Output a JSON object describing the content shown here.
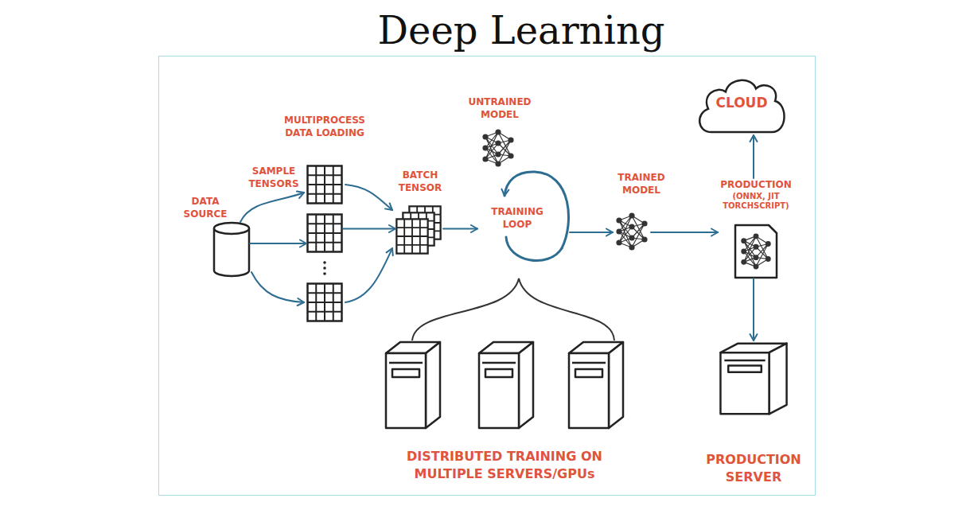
{
  "diagram": {
    "title": "Deep Learning",
    "nodes": [
      {
        "text": [
          "DATA SOURCE"
        ]
      },
      {
        "text": [
          "MULTIPROCESS DATA LOADING",
          "SAMPLE TENSORS"
        ]
      },
      {
        "text": [
          "BATCH TENSOR"
        ]
      },
      {
        "text": [
          "UNTRAINED MODEL"
        ]
      },
      {
        "text": [
          "TRAINING LOOP"
        ]
      },
      {
        "text": [
          "TRAINED MODEL"
        ]
      },
      {
        "text": [
          "CLOUD"
        ]
      },
      {
        "text": [
          "PRODUCTION",
          "(ONNX, JIT TORCHSCRIPT)"
        ]
      },
      {
        "text": [
          "DISTRIBUTED TRAINING ON MULTIPLE SERVERS/GPUs"
        ]
      },
      {
        "text": [
          "PRODUCTION SERVER"
        ]
      }
    ],
    "edges": [
      {
        "from": 0,
        "to": 1,
        "arrow": "to"
      },
      {
        "from": 1,
        "to": 2,
        "arrow": "to"
      },
      {
        "from": 2,
        "to": 4,
        "arrow": "to"
      },
      {
        "from": 4,
        "to": 5,
        "arrow": "to"
      },
      {
        "from": 5,
        "to": 7,
        "arrow": "to"
      },
      {
        "from": 7,
        "to": 6,
        "arrow": "to"
      },
      {
        "from": 7,
        "to": 9,
        "arrow": "to"
      }
    ]
  }
}
